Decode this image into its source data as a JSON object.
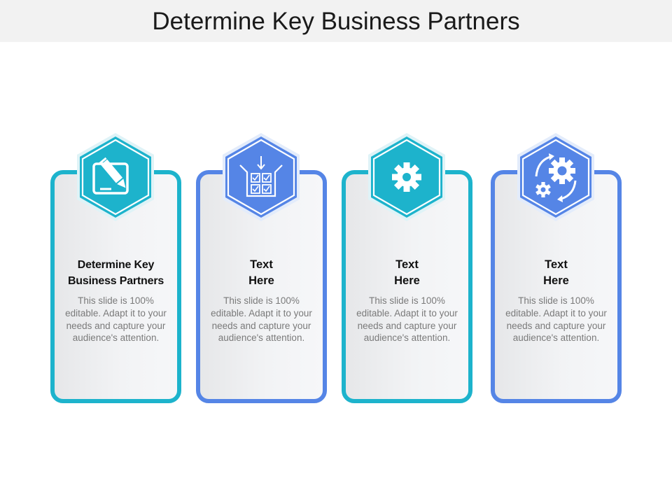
{
  "title": "Determine Key Business Partners",
  "colors": {
    "teal": "#1db3cc",
    "blue": "#5585e6",
    "title_bar": "#f2f2f2"
  },
  "cards": [
    {
      "title": "Determine Key\nBusiness Partners",
      "body": "This slide is 100% editable. Adapt it to your needs and capture your audience's attention.",
      "icon": "edit-pencil-icon",
      "color": "teal"
    },
    {
      "title": "Text\nHere",
      "body": "This slide is 100% editable. Adapt it to your needs and capture your audience's attention.",
      "icon": "checklist-box-icon",
      "color": "blue"
    },
    {
      "title": "Text\nHere",
      "body": "This slide is 100% editable. Adapt it to your needs and capture your audience's attention.",
      "icon": "gear-icon",
      "color": "teal"
    },
    {
      "title": "Text\nHere",
      "body": "This slide is 100% editable. Adapt it to your needs and capture your audience's attention.",
      "icon": "gears-cycle-icon",
      "color": "blue"
    }
  ]
}
